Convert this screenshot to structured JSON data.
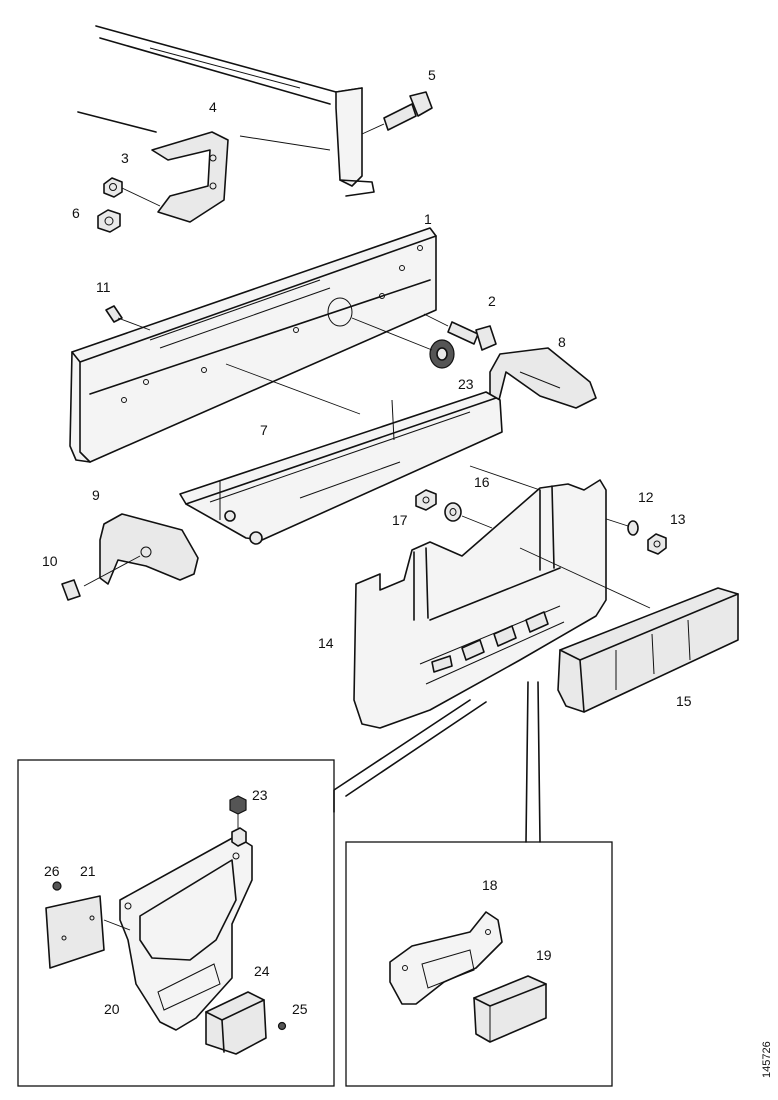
{
  "diagram": {
    "callouts": {
      "c1": "1",
      "c2": "2",
      "c3": "3",
      "c4": "4",
      "c5": "5",
      "c6": "6",
      "c7": "7",
      "c8": "8",
      "c9": "9",
      "c10": "10",
      "c11": "11",
      "c12": "12",
      "c13": "13",
      "c14": "14",
      "c15": "15",
      "c16": "16",
      "c17": "17",
      "c18": "18",
      "c19": "19",
      "c20": "20",
      "c21": "21",
      "c23a": "23",
      "c23b": "23",
      "c24": "24",
      "c25": "25",
      "c26": "26"
    },
    "reference_number": "145726"
  }
}
